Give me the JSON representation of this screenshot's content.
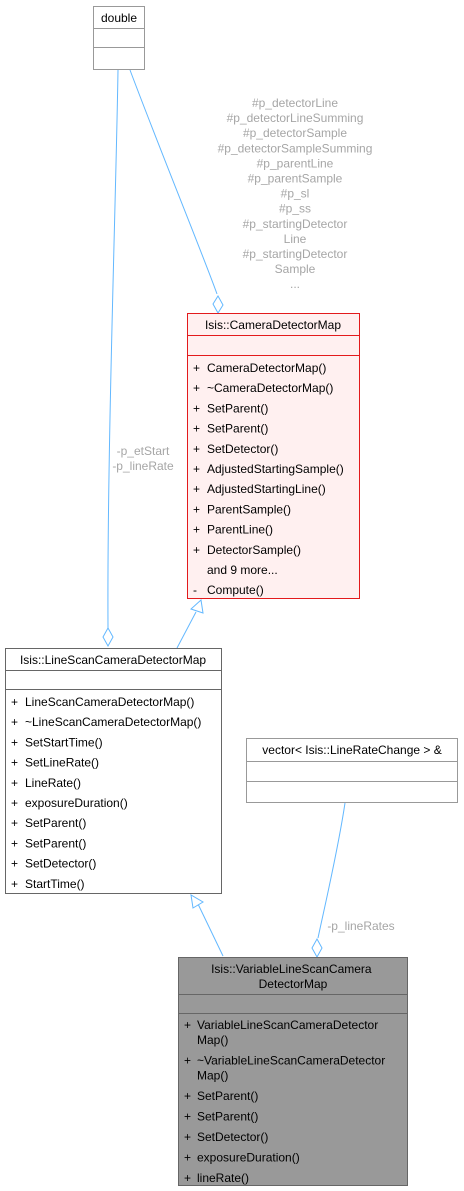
{
  "diagram": {
    "double_class": {
      "name": "double"
    },
    "camera_detector_map": {
      "name": "Isis::CameraDetectorMap",
      "members": [
        {
          "vis": "+",
          "name": "CameraDetectorMap()"
        },
        {
          "vis": "+",
          "name": "~CameraDetectorMap()"
        },
        {
          "vis": "+",
          "name": "SetParent()"
        },
        {
          "vis": "+",
          "name": "SetParent()"
        },
        {
          "vis": "+",
          "name": "SetDetector()"
        },
        {
          "vis": "+",
          "name": "AdjustedStartingSample()"
        },
        {
          "vis": "+",
          "name": "AdjustedStartingLine()"
        },
        {
          "vis": "+",
          "name": "ParentSample()"
        },
        {
          "vis": "+",
          "name": "ParentLine()"
        },
        {
          "vis": "+",
          "name": "DetectorSample()"
        },
        {
          "vis": "",
          "name": "and 9 more..."
        },
        {
          "vis": "-",
          "name": "Compute()"
        }
      ],
      "colors": {
        "border": "#e31a1c",
        "fill": "#fff0f0"
      }
    },
    "line_scan_map": {
      "name": "Isis::LineScanCameraDetectorMap",
      "members": [
        {
          "vis": "+",
          "name": "LineScanCameraDetectorMap()"
        },
        {
          "vis": "+",
          "name": "~LineScanCameraDetectorMap()"
        },
        {
          "vis": "+",
          "name": "SetStartTime()"
        },
        {
          "vis": "+",
          "name": "SetLineRate()"
        },
        {
          "vis": "+",
          "name": "LineRate()"
        },
        {
          "vis": "+",
          "name": "exposureDuration()"
        },
        {
          "vis": "+",
          "name": "SetParent()"
        },
        {
          "vis": "+",
          "name": "SetParent()"
        },
        {
          "vis": "+",
          "name": "SetDetector()"
        },
        {
          "vis": "+",
          "name": "StartTime()"
        }
      ]
    },
    "vector_class": {
      "name": "vector< Isis::LineRateChange > &"
    },
    "variable_map": {
      "name_lines": [
        "Isis::VariableLineScanCamera",
        "DetectorMap"
      ],
      "members": [
        {
          "vis": "+",
          "lines": [
            "VariableLineScanCameraDetector",
            "Map()"
          ]
        },
        {
          "vis": "+",
          "lines": [
            "~VariableLineScanCameraDetector",
            "Map()"
          ]
        },
        {
          "vis": "+",
          "lines": [
            "SetParent()"
          ]
        },
        {
          "vis": "+",
          "lines": [
            "SetParent()"
          ]
        },
        {
          "vis": "+",
          "lines": [
            "SetDetector()"
          ]
        },
        {
          "vis": "+",
          "lines": [
            "exposureDuration()"
          ]
        },
        {
          "vis": "+",
          "lines": [
            "lineRate()"
          ]
        }
      ],
      "colors": {
        "fill": "#999999"
      }
    },
    "edge_labels": {
      "double_to_camera": [
        "#p_detectorLine",
        "#p_detectorLineSumming",
        "#p_detectorSample",
        "#p_detectorSampleSumming",
        "#p_parentLine",
        "#p_parentSample",
        "#p_sl",
        "#p_ss",
        "#p_startingDetector",
        "Line",
        "#p_startingDetector",
        "Sample",
        "..."
      ],
      "double_to_linescan": [
        "-p_etStart",
        "-p_lineRate"
      ],
      "vector_to_variable": [
        "-p_lineRates"
      ]
    },
    "colors": {
      "edge": "#63b8ff",
      "box_border": "#999999",
      "label": "#a6a6a6"
    }
  }
}
